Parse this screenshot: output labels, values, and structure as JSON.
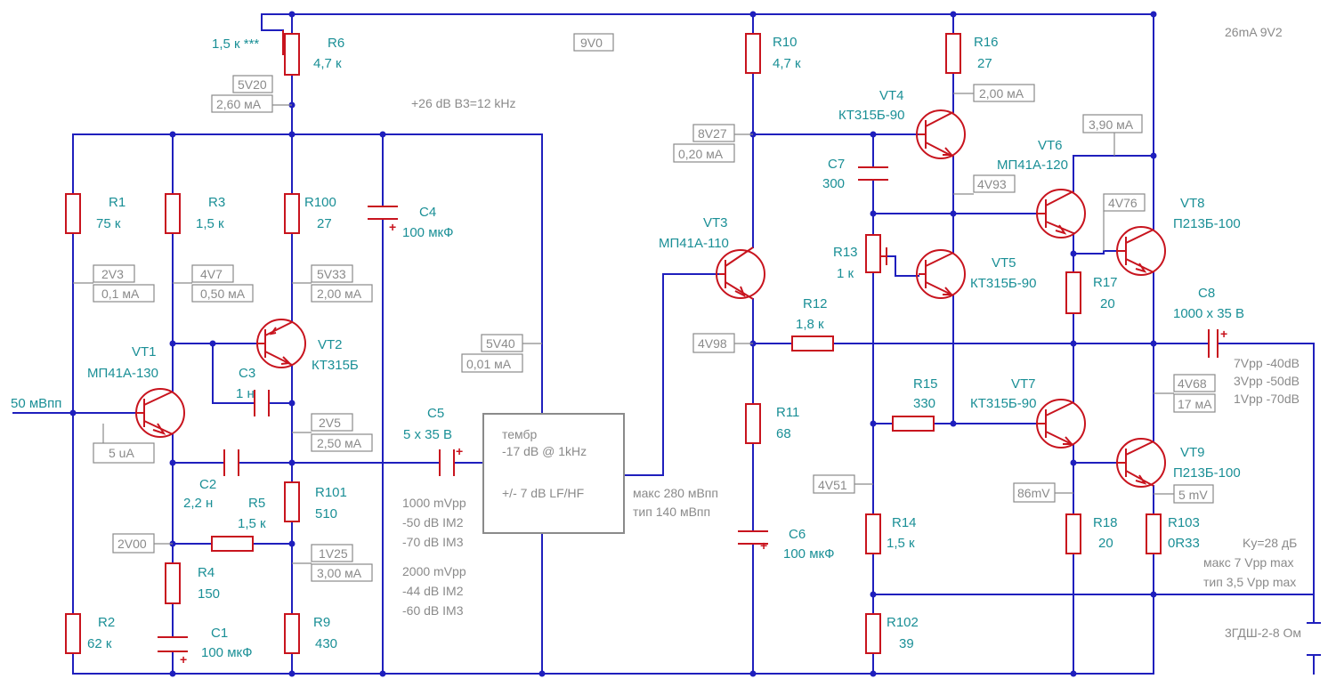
{
  "supply": {
    "rail": "9V0",
    "consumption": "26mA 9V2"
  },
  "input": {
    "label": "50 мВпп",
    "bias_current": "5 uA"
  },
  "notes": {
    "gain_bw": "+26 dB B3=12 kHz",
    "im_1000": [
      "1000 mVpp",
      "-50 dB IM2",
      "-70 dB IM3"
    ],
    "im_2000": [
      "2000 mVpp",
      "-44 dB IM2",
      "-60 dB IM3"
    ],
    "tone_out": [
      "макс 280 мВпп",
      "тип 140 мВпп"
    ],
    "output_levels": [
      "7Vpp -40dB",
      "3Vpp -50dB",
      "1Vpp -70dB"
    ],
    "gain_summary": [
      "Ky=28 дБ",
      "макс 7 Vpp max",
      "тип 3,5 Vpp max"
    ],
    "speaker": "3ГДШ-2-8 Ом"
  },
  "tone_block": {
    "lines": [
      "тембр",
      "-17 dB @ 1kHz",
      "+/- 7 dB LF/HF"
    ]
  },
  "components": {
    "R1": {
      "ref": "R1",
      "value": "75 к"
    },
    "R2": {
      "ref": "R2",
      "value": "62 к"
    },
    "R3": {
      "ref": "R3",
      "value": "1,5 к"
    },
    "R4": {
      "ref": "R4",
      "value": "150"
    },
    "R5": {
      "ref": "R5",
      "value": "1,5 к"
    },
    "R6": {
      "ref": "R6",
      "value": "4,7 к",
      "note": "1,5 к ***"
    },
    "R9": {
      "ref": "R9",
      "value": "430"
    },
    "R10": {
      "ref": "R10",
      "value": "4,7 к"
    },
    "R11": {
      "ref": "R11",
      "value": "68"
    },
    "R12": {
      "ref": "R12",
      "value": "1,8 к"
    },
    "R13": {
      "ref": "R13",
      "value": "1 к"
    },
    "R14": {
      "ref": "R14",
      "value": "1,5 к"
    },
    "R15": {
      "ref": "R15",
      "value": "330"
    },
    "R16": {
      "ref": "R16",
      "value": "27"
    },
    "R17": {
      "ref": "R17",
      "value": "20"
    },
    "R18": {
      "ref": "R18",
      "value": "20"
    },
    "R100": {
      "ref": "R100",
      "value": "27"
    },
    "R101": {
      "ref": "R101",
      "value": "510"
    },
    "R102": {
      "ref": "R102",
      "value": "39"
    },
    "R103": {
      "ref": "R103",
      "value": "0R33"
    },
    "C1": {
      "ref": "C1",
      "value": "100 мкФ"
    },
    "C2": {
      "ref": "C2",
      "value": "2,2 н"
    },
    "C3": {
      "ref": "C3",
      "value": "1 н"
    },
    "C4": {
      "ref": "C4",
      "value": "100 мкФ"
    },
    "C5": {
      "ref": "C5",
      "value": "5 х 35 В"
    },
    "C6": {
      "ref": "C6",
      "value": "100 мкФ"
    },
    "C7": {
      "ref": "C7",
      "value": "300"
    },
    "C8": {
      "ref": "C8",
      "value": "1000 х 35 В"
    },
    "VT1": {
      "ref": "VT1",
      "value": "МП41А-130"
    },
    "VT2": {
      "ref": "VT2",
      "value": "КТ315Б"
    },
    "VT3": {
      "ref": "VT3",
      "value": "МП41А-110"
    },
    "VT4": {
      "ref": "VT4",
      "value": "КТ315Б-90"
    },
    "VT5": {
      "ref": "VT5",
      "value": "КТ315Б-90"
    },
    "VT6": {
      "ref": "VT6",
      "value": "МП41А-120"
    },
    "VT7": {
      "ref": "VT7",
      "value": "КТ315Б-90"
    },
    "VT8": {
      "ref": "VT8",
      "value": "П213Б-100"
    },
    "VT9": {
      "ref": "VT9",
      "value": "П213Б-100"
    }
  },
  "measurements": {
    "r6_v": "5V20",
    "r6_i": "2,60 мА",
    "r1_v": "2V3",
    "r1_i": "0,1 мА",
    "r3_v": "4V7",
    "r3_i": "0,50 мА",
    "r100_v": "5V33",
    "r100_i": "2,00 мА",
    "vt2e_v": "2V5",
    "vt2e_i": "2,50 мА",
    "r4_v": "2V00",
    "r101_v": "1V25",
    "r101_i": "3,00 мА",
    "tone_v": "5V40",
    "tone_i": "0,01 мА",
    "r10_v": "8V27",
    "r10_i": "0,20 мА",
    "r16_i": "2,00 мА",
    "vt4e_v": "4V93",
    "vt6_i": "3,90 мА",
    "vt8b_v": "4V76",
    "mid_v": "4V98",
    "r14_v": "4V51",
    "vt9b_v": "4V68",
    "vt9_i": "17 мА",
    "r18_v": "86mV",
    "r103_v": "5 mV"
  }
}
